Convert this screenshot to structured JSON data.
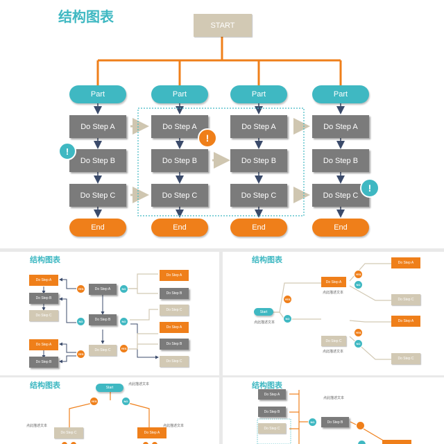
{
  "main": {
    "title": "结构图表",
    "start": "START",
    "part": "Part",
    "step_a": "Do Step A",
    "step_b": "Do Step B",
    "step_c": "Do Step C",
    "end": "End",
    "alert": "!"
  },
  "thumb1": {
    "title": "结构图表",
    "step_a": "Do Step A",
    "step_b": "Do Step B",
    "step_c": "Do Step C",
    "yes": "YES",
    "no": "NO"
  },
  "thumb2": {
    "title": "结构图表",
    "start": "Start",
    "note": "点此描述文本",
    "step_a": "Do Step A",
    "step_c": "Do Step C",
    "yes": "YES",
    "no": "NO"
  },
  "thumb3": {
    "title": "结构图表",
    "start": "Start",
    "note": "点此描述文本",
    "step_a": "Do Step A",
    "step_c": "Do Step C",
    "yes": "YES",
    "no": "NO"
  },
  "thumb4": {
    "title": "结构图表",
    "note": "点此描述文本",
    "step_a": "Do Step A",
    "step_b": "Do Step B",
    "step_c": "Do Step C",
    "no": "NO"
  },
  "colors": {
    "accent_teal": "#3fb8c2",
    "accent_orange": "#ef7f1a",
    "step_gray": "#7b7b7b",
    "start_tan": "#d2c9b4",
    "arrow_navy": "#3b4b6b"
  }
}
